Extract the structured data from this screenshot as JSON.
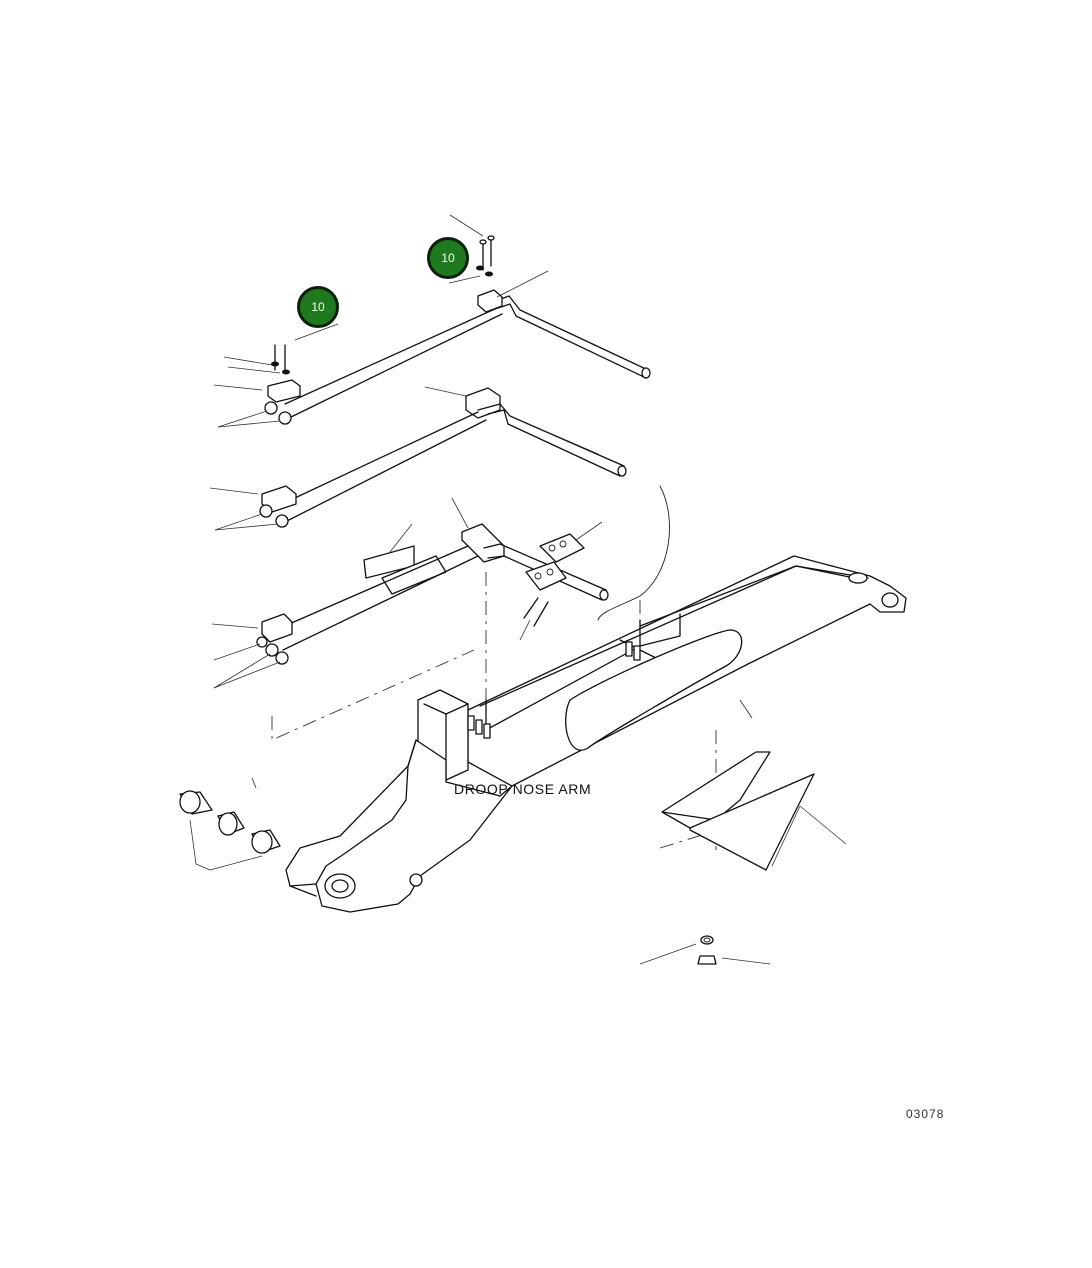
{
  "diagram": {
    "caption": "DROOP NOSE ARM",
    "reference": "03078",
    "callouts": [
      {
        "label": "10"
      },
      {
        "label": "10"
      }
    ],
    "colors": {
      "callout_fill": "#1f7a1f",
      "callout_border": "#0b1f0b",
      "line": "#111111"
    }
  }
}
